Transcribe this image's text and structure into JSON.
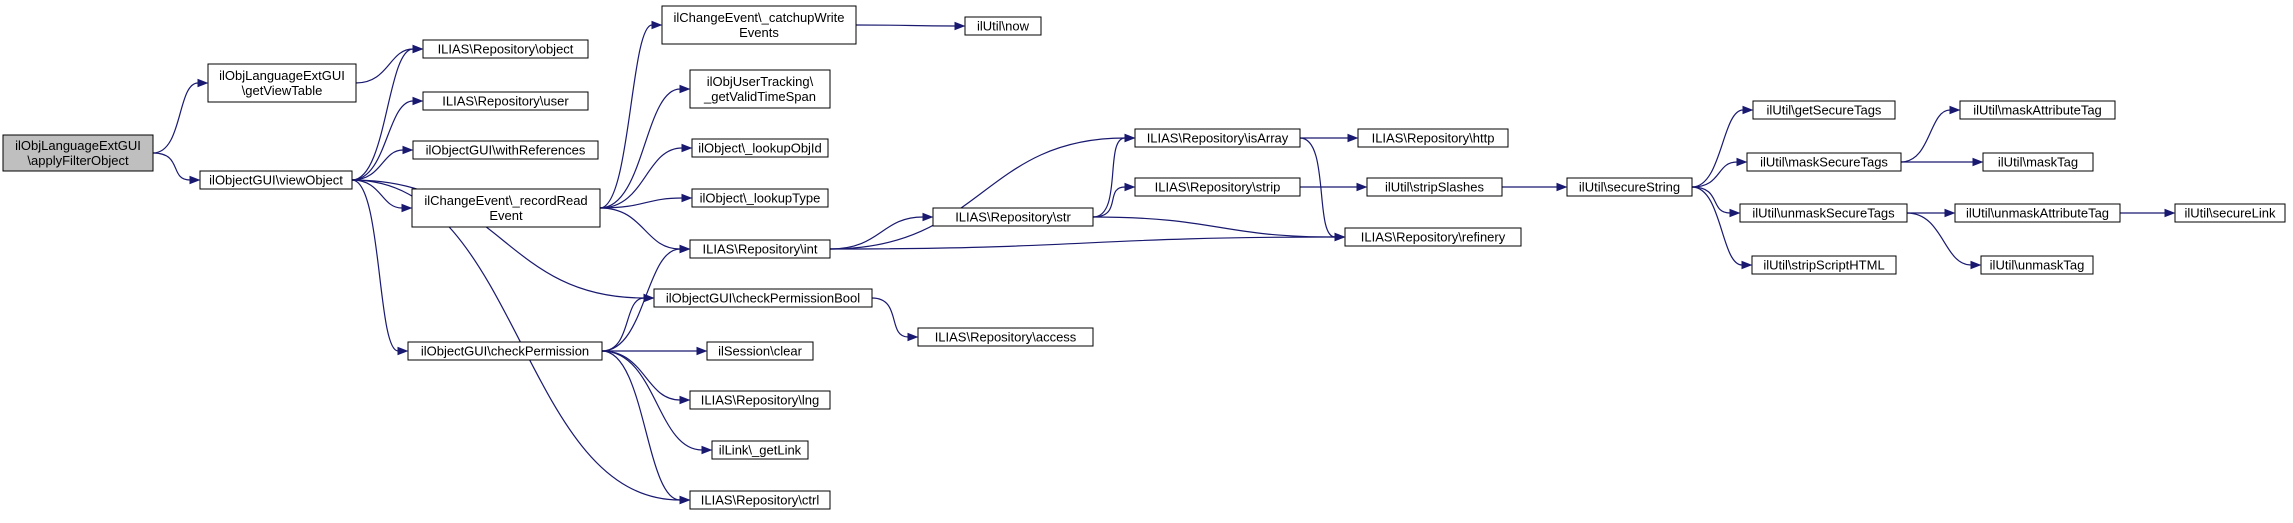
{
  "nodes": [
    {
      "id": "root",
      "lines": [
        "ilObjLanguageExtGUI",
        "\\applyFilterObject"
      ],
      "root": true
    },
    {
      "id": "getViewTable",
      "lines": [
        "ilObjLanguageExtGUI",
        "\\getViewTable"
      ]
    },
    {
      "id": "viewObject",
      "lines": [
        "ilObjectGUI\\viewObject"
      ]
    },
    {
      "id": "object",
      "lines": [
        "ILIAS\\Repository\\object"
      ]
    },
    {
      "id": "user",
      "lines": [
        "ILIAS\\Repository\\user"
      ]
    },
    {
      "id": "withReferences",
      "lines": [
        "ilObjectGUI\\withReferences"
      ]
    },
    {
      "id": "recordRead",
      "lines": [
        "ilChangeEvent\\_recordRead",
        "Event"
      ]
    },
    {
      "id": "checkPermission",
      "lines": [
        "ilObjectGUI\\checkPermission"
      ]
    },
    {
      "id": "catchupWrite",
      "lines": [
        "ilChangeEvent\\_catchupWrite",
        "Events"
      ]
    },
    {
      "id": "getValidTimeSpan",
      "lines": [
        "ilObjUserTracking\\",
        "_getValidTimeSpan"
      ]
    },
    {
      "id": "lookupObjId",
      "lines": [
        "ilObject\\_lookupObjId"
      ]
    },
    {
      "id": "lookupType",
      "lines": [
        "ilObject\\_lookupType"
      ]
    },
    {
      "id": "int",
      "lines": [
        "ILIAS\\Repository\\int"
      ]
    },
    {
      "id": "checkPermissionBool",
      "lines": [
        "ilObjectGUI\\checkPermissionBool"
      ]
    },
    {
      "id": "clear",
      "lines": [
        "ilSession\\clear"
      ]
    },
    {
      "id": "lng",
      "lines": [
        "ILIAS\\Repository\\lng"
      ]
    },
    {
      "id": "getLink",
      "lines": [
        "ilLink\\_getLink"
      ]
    },
    {
      "id": "ctrl",
      "lines": [
        "ILIAS\\Repository\\ctrl"
      ]
    },
    {
      "id": "now",
      "lines": [
        "ilUtil\\now"
      ]
    },
    {
      "id": "str",
      "lines": [
        "ILIAS\\Repository\\str"
      ]
    },
    {
      "id": "access",
      "lines": [
        "ILIAS\\Repository\\access"
      ]
    },
    {
      "id": "isArray",
      "lines": [
        "ILIAS\\Repository\\isArray"
      ]
    },
    {
      "id": "strip",
      "lines": [
        "ILIAS\\Repository\\strip"
      ]
    },
    {
      "id": "refinery",
      "lines": [
        "ILIAS\\Repository\\refinery"
      ]
    },
    {
      "id": "http",
      "lines": [
        "ILIAS\\Repository\\http"
      ]
    },
    {
      "id": "stripSlashes",
      "lines": [
        "ilUtil\\stripSlashes"
      ]
    },
    {
      "id": "secureString",
      "lines": [
        "ilUtil\\secureString"
      ]
    },
    {
      "id": "getSecureTags",
      "lines": [
        "ilUtil\\getSecureTags"
      ]
    },
    {
      "id": "maskSecureTags",
      "lines": [
        "ilUtil\\maskSecureTags"
      ]
    },
    {
      "id": "unmaskSecureTags",
      "lines": [
        "ilUtil\\unmaskSecureTags"
      ]
    },
    {
      "id": "stripScriptHTML",
      "lines": [
        "ilUtil\\stripScriptHTML"
      ]
    },
    {
      "id": "maskAttributeTag",
      "lines": [
        "ilUtil\\maskAttributeTag"
      ]
    },
    {
      "id": "maskTag",
      "lines": [
        "ilUtil\\maskTag"
      ]
    },
    {
      "id": "unmaskAttributeTag",
      "lines": [
        "ilUtil\\unmaskAttributeTag"
      ]
    },
    {
      "id": "unmaskTag",
      "lines": [
        "ilUtil\\unmaskTag"
      ]
    },
    {
      "id": "secureLink",
      "lines": [
        "ilUtil\\secureLink"
      ]
    }
  ],
  "edges": [
    [
      "root",
      "getViewTable"
    ],
    [
      "root",
      "viewObject"
    ],
    [
      "getViewTable",
      "object"
    ],
    [
      "viewObject",
      "object"
    ],
    [
      "viewObject",
      "user"
    ],
    [
      "viewObject",
      "withReferences"
    ],
    [
      "viewObject",
      "recordRead"
    ],
    [
      "viewObject",
      "checkPermissionBool"
    ],
    [
      "viewObject",
      "checkPermission"
    ],
    [
      "viewObject",
      "ctrl"
    ],
    [
      "recordRead",
      "catchupWrite"
    ],
    [
      "recordRead",
      "getValidTimeSpan"
    ],
    [
      "recordRead",
      "lookupObjId"
    ],
    [
      "recordRead",
      "lookupType"
    ],
    [
      "recordRead",
      "int"
    ],
    [
      "catchupWrite",
      "now"
    ],
    [
      "checkPermission",
      "int"
    ],
    [
      "checkPermission",
      "checkPermissionBool"
    ],
    [
      "checkPermission",
      "clear"
    ],
    [
      "checkPermission",
      "lng"
    ],
    [
      "checkPermission",
      "getLink"
    ],
    [
      "checkPermission",
      "ctrl"
    ],
    [
      "int",
      "isArray"
    ],
    [
      "int",
      "str"
    ],
    [
      "int",
      "refinery"
    ],
    [
      "checkPermissionBool",
      "access"
    ],
    [
      "str",
      "isArray"
    ],
    [
      "str",
      "strip"
    ],
    [
      "str",
      "refinery"
    ],
    [
      "isArray",
      "http"
    ],
    [
      "isArray",
      "refinery"
    ],
    [
      "strip",
      "stripSlashes"
    ],
    [
      "stripSlashes",
      "secureString"
    ],
    [
      "secureString",
      "getSecureTags"
    ],
    [
      "secureString",
      "maskSecureTags"
    ],
    [
      "secureString",
      "unmaskSecureTags"
    ],
    [
      "secureString",
      "stripScriptHTML"
    ],
    [
      "maskSecureTags",
      "maskAttributeTag"
    ],
    [
      "maskSecureTags",
      "maskTag"
    ],
    [
      "unmaskSecureTags",
      "unmaskAttributeTag"
    ],
    [
      "unmaskSecureTags",
      "unmaskTag"
    ],
    [
      "unmaskAttributeTag",
      "secureLink"
    ]
  ]
}
